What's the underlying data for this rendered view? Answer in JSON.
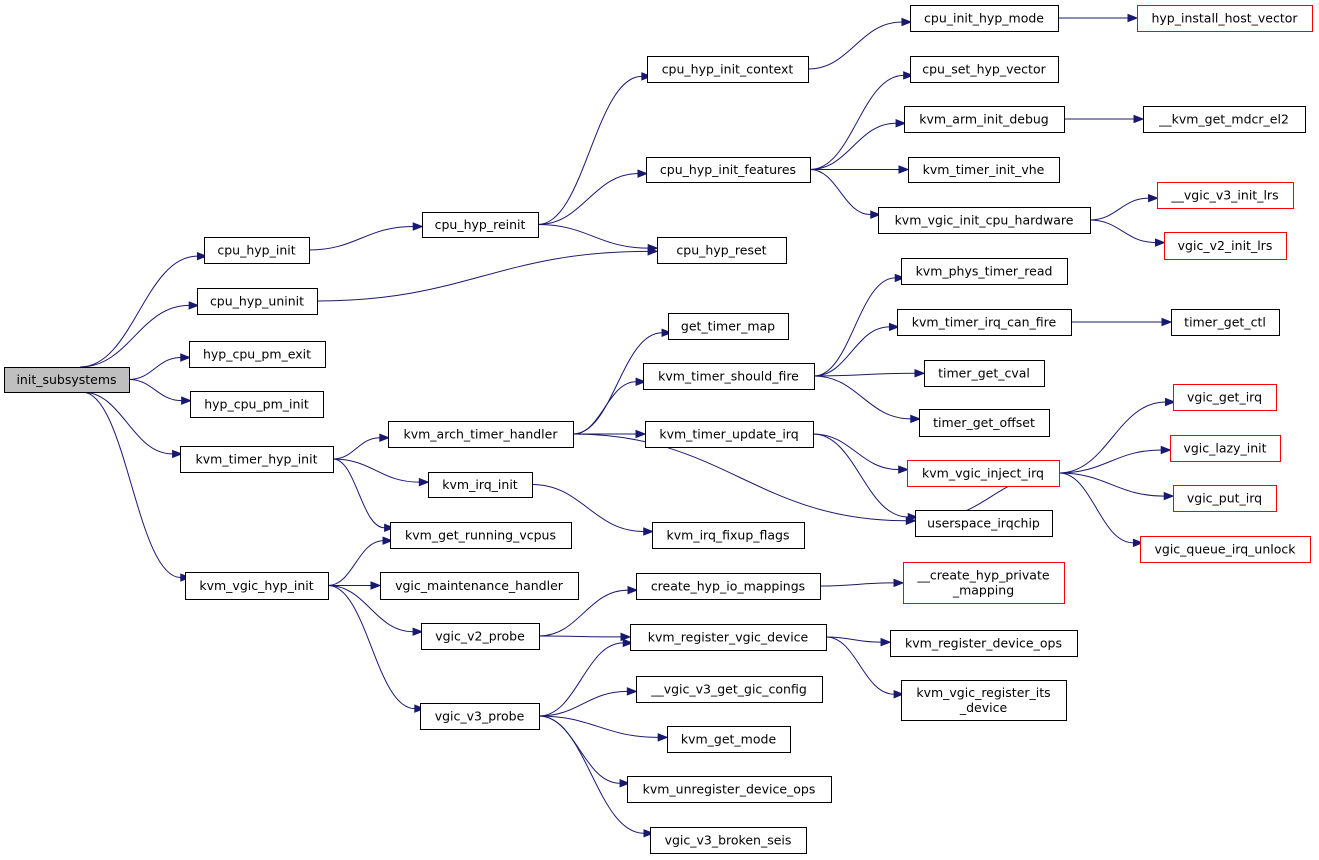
{
  "nodes": {
    "init_subsystems": {
      "label": "init_subsystems",
      "style": "root"
    },
    "cpu_hyp_init": {
      "label": "cpu_hyp_init"
    },
    "cpu_hyp_uninit": {
      "label": "cpu_hyp_uninit"
    },
    "hyp_cpu_pm_exit": {
      "label": "hyp_cpu_pm_exit"
    },
    "hyp_cpu_pm_init": {
      "label": "hyp_cpu_pm_init"
    },
    "kvm_timer_hyp_init": {
      "label": "kvm_timer_hyp_init"
    },
    "kvm_vgic_hyp_init": {
      "label": "kvm_vgic_hyp_init"
    },
    "cpu_hyp_reinit": {
      "label": "cpu_hyp_reinit"
    },
    "cpu_hyp_init_context": {
      "label": "cpu_hyp_init_context"
    },
    "cpu_hyp_init_features": {
      "label": "cpu_hyp_init_features"
    },
    "cpu_hyp_reset": {
      "label": "cpu_hyp_reset"
    },
    "cpu_init_hyp_mode": {
      "label": "cpu_init_hyp_mode"
    },
    "hyp_install_host_vector": {
      "label": "hyp_install_host_vector",
      "style": "red"
    },
    "cpu_set_hyp_vector": {
      "label": "cpu_set_hyp_vector"
    },
    "kvm_arm_init_debug": {
      "label": "kvm_arm_init_debug"
    },
    "__kvm_get_mdcr_el2": {
      "label": "__kvm_get_mdcr_el2"
    },
    "kvm_timer_init_vhe": {
      "label": "kvm_timer_init_vhe"
    },
    "kvm_vgic_init_cpu_hardware": {
      "label": "kvm_vgic_init_cpu_hardware"
    },
    "__vgic_v3_init_lrs": {
      "label": "__vgic_v3_init_lrs",
      "style": "red"
    },
    "vgic_v2_init_lrs": {
      "label": "vgic_v2_init_lrs",
      "style": "red"
    },
    "kvm_arch_timer_handler": {
      "label": "kvm_arch_timer_handler"
    },
    "kvm_irq_init": {
      "label": "kvm_irq_init"
    },
    "kvm_get_running_vcpus": {
      "label": "kvm_get_running_vcpus"
    },
    "get_timer_map": {
      "label": "get_timer_map"
    },
    "kvm_timer_should_fire": {
      "label": "kvm_timer_should_fire"
    },
    "kvm_timer_update_irq": {
      "label": "kvm_timer_update_irq"
    },
    "kvm_phys_timer_read": {
      "label": "kvm_phys_timer_read"
    },
    "kvm_timer_irq_can_fire": {
      "label": "kvm_timer_irq_can_fire"
    },
    "timer_get_ctl": {
      "label": "timer_get_ctl"
    },
    "timer_get_cval": {
      "label": "timer_get_cval"
    },
    "timer_get_offset": {
      "label": "timer_get_offset"
    },
    "kvm_vgic_inject_irq": {
      "label": "kvm_vgic_inject_irq",
      "style": "red"
    },
    "vgic_get_irq": {
      "label": "vgic_get_irq",
      "style": "red"
    },
    "vgic_lazy_init": {
      "label": "vgic_lazy_init",
      "style": "red"
    },
    "vgic_put_irq": {
      "label": "vgic_put_irq",
      "style": "red"
    },
    "vgic_queue_irq_unlock": {
      "label": "vgic_queue_irq_unlock",
      "style": "red"
    },
    "userspace_irqchip": {
      "label": "userspace_irqchip"
    },
    "kvm_irq_fixup_flags": {
      "label": "kvm_irq_fixup_flags"
    },
    "vgic_maintenance_handler": {
      "label": "vgic_maintenance_handler"
    },
    "vgic_v2_probe": {
      "label": "vgic_v2_probe"
    },
    "vgic_v3_probe": {
      "label": "vgic_v3_probe"
    },
    "create_hyp_io_mappings": {
      "label": "create_hyp_io_mappings"
    },
    "__create_hyp_private_mapping": {
      "label": "__create_hyp_private\n_mapping",
      "style": "red"
    },
    "kvm_register_vgic_device": {
      "label": "kvm_register_vgic_device"
    },
    "kvm_register_device_ops": {
      "label": "kvm_register_device_ops"
    },
    "kvm_vgic_register_its_device": {
      "label": "kvm_vgic_register_its\n_device"
    },
    "__vgic_v3_get_gic_config": {
      "label": "__vgic_v3_get_gic_config"
    },
    "kvm_get_mode": {
      "label": "kvm_get_mode"
    },
    "kvm_unregister_device_ops": {
      "label": "kvm_unregister_device_ops"
    },
    "vgic_v3_broken_seis": {
      "label": "vgic_v3_broken_seis"
    }
  },
  "edges": [
    [
      "init_subsystems",
      "cpu_hyp_init"
    ],
    [
      "init_subsystems",
      "cpu_hyp_uninit"
    ],
    [
      "init_subsystems",
      "hyp_cpu_pm_exit"
    ],
    [
      "init_subsystems",
      "hyp_cpu_pm_init"
    ],
    [
      "init_subsystems",
      "kvm_timer_hyp_init"
    ],
    [
      "init_subsystems",
      "kvm_vgic_hyp_init"
    ],
    [
      "cpu_hyp_init",
      "cpu_hyp_reinit"
    ],
    [
      "cpu_hyp_uninit",
      "cpu_hyp_reset"
    ],
    [
      "cpu_hyp_reinit",
      "cpu_hyp_init_context"
    ],
    [
      "cpu_hyp_reinit",
      "cpu_hyp_init_features"
    ],
    [
      "cpu_hyp_reinit",
      "cpu_hyp_reset"
    ],
    [
      "cpu_hyp_init_context",
      "cpu_init_hyp_mode"
    ],
    [
      "cpu_init_hyp_mode",
      "hyp_install_host_vector"
    ],
    [
      "cpu_hyp_init_features",
      "cpu_set_hyp_vector"
    ],
    [
      "cpu_hyp_init_features",
      "kvm_arm_init_debug"
    ],
    [
      "cpu_hyp_init_features",
      "kvm_timer_init_vhe"
    ],
    [
      "cpu_hyp_init_features",
      "kvm_vgic_init_cpu_hardware"
    ],
    [
      "kvm_arm_init_debug",
      "__kvm_get_mdcr_el2"
    ],
    [
      "kvm_vgic_init_cpu_hardware",
      "__vgic_v3_init_lrs"
    ],
    [
      "kvm_vgic_init_cpu_hardware",
      "vgic_v2_init_lrs"
    ],
    [
      "kvm_timer_hyp_init",
      "kvm_arch_timer_handler"
    ],
    [
      "kvm_timer_hyp_init",
      "kvm_irq_init"
    ],
    [
      "kvm_timer_hyp_init",
      "kvm_get_running_vcpus"
    ],
    [
      "kvm_arch_timer_handler",
      "get_timer_map"
    ],
    [
      "kvm_arch_timer_handler",
      "kvm_timer_should_fire"
    ],
    [
      "kvm_arch_timer_handler",
      "kvm_timer_update_irq"
    ],
    [
      "kvm_arch_timer_handler",
      "userspace_irqchip"
    ],
    [
      "kvm_timer_should_fire",
      "kvm_phys_timer_read"
    ],
    [
      "kvm_timer_should_fire",
      "kvm_timer_irq_can_fire"
    ],
    [
      "kvm_timer_should_fire",
      "timer_get_cval"
    ],
    [
      "kvm_timer_should_fire",
      "timer_get_offset"
    ],
    [
      "kvm_timer_irq_can_fire",
      "timer_get_ctl"
    ],
    [
      "kvm_timer_update_irq",
      "kvm_vgic_inject_irq"
    ],
    [
      "kvm_timer_update_irq",
      "userspace_irqchip"
    ],
    [
      "kvm_vgic_inject_irq",
      "vgic_get_irq"
    ],
    [
      "kvm_vgic_inject_irq",
      "vgic_lazy_init"
    ],
    [
      "kvm_vgic_inject_irq",
      "vgic_put_irq"
    ],
    [
      "kvm_vgic_inject_irq",
      "vgic_queue_irq_unlock"
    ],
    [
      "kvm_vgic_inject_irq",
      "userspace_irqchip"
    ],
    [
      "kvm_irq_init",
      "kvm_irq_fixup_flags"
    ],
    [
      "kvm_vgic_hyp_init",
      "kvm_get_running_vcpus"
    ],
    [
      "kvm_vgic_hyp_init",
      "vgic_maintenance_handler"
    ],
    [
      "kvm_vgic_hyp_init",
      "vgic_v2_probe"
    ],
    [
      "kvm_vgic_hyp_init",
      "vgic_v3_probe"
    ],
    [
      "vgic_v2_probe",
      "create_hyp_io_mappings"
    ],
    [
      "vgic_v2_probe",
      "kvm_register_vgic_device"
    ],
    [
      "create_hyp_io_mappings",
      "__create_hyp_private_mapping"
    ],
    [
      "kvm_register_vgic_device",
      "kvm_register_device_ops"
    ],
    [
      "kvm_register_vgic_device",
      "kvm_vgic_register_its_device"
    ],
    [
      "vgic_v3_probe",
      "kvm_register_vgic_device"
    ],
    [
      "vgic_v3_probe",
      "__vgic_v3_get_gic_config"
    ],
    [
      "vgic_v3_probe",
      "kvm_get_mode"
    ],
    [
      "vgic_v3_probe",
      "kvm_unregister_device_ops"
    ],
    [
      "vgic_v3_probe",
      "vgic_v3_broken_seis"
    ]
  ]
}
